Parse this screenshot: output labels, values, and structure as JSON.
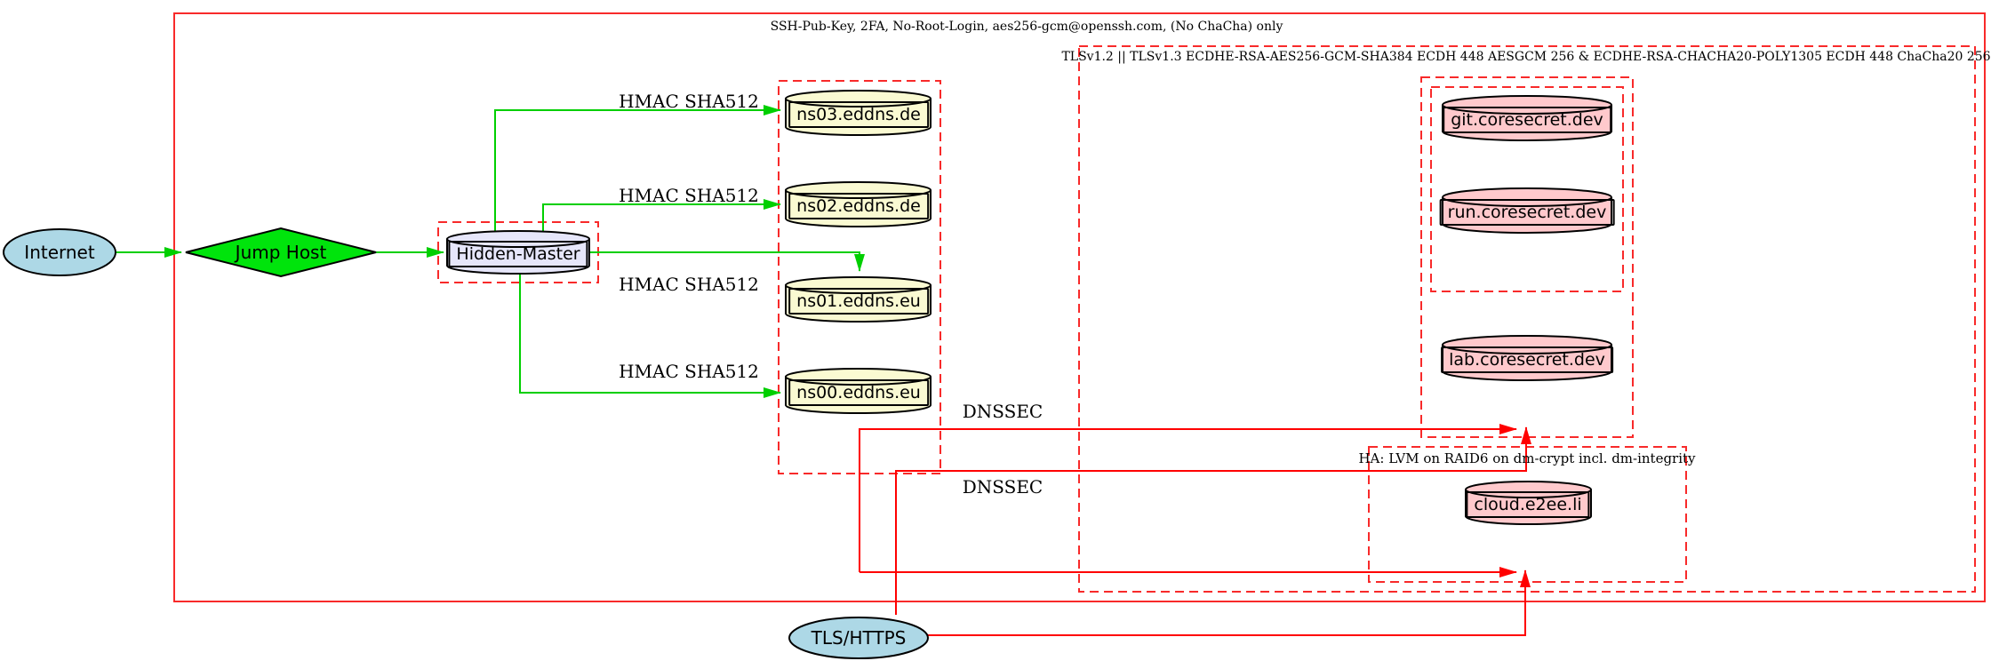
{
  "diagram": {
    "clusters": {
      "ssh": {
        "label": "SSH-Pub-Key, 2FA, No-Root-Login, aes256-gcm@openssh.com, (No ChaCha) only"
      },
      "tls": {
        "label": "TLSv1.2 || TLSv1.3 ECDHE-RSA-AES256-GCM-SHA384 ECDH 448 AESGCM 256 & ECDHE-RSA-CHACHA20-POLY1305 ECDH 448 ChaCha20 256"
      },
      "ha": {
        "label": "HA: LVM on RAID6 on dm-crypt incl. dm-integrity"
      }
    },
    "nodes": {
      "internet": {
        "label": "Internet",
        "shape": "ellipse",
        "fill": "#add8e6"
      },
      "jump_host": {
        "label": "Jump Host",
        "shape": "diamond",
        "fill": "#00e40c"
      },
      "hidden_master": {
        "label": "Hidden-Master",
        "shape": "cylinder",
        "fill": "#e6e6fa"
      },
      "ns03": {
        "label": "ns03.eddns.de",
        "shape": "cylinder",
        "fill": "#fafad2"
      },
      "ns02": {
        "label": "ns02.eddns.de",
        "shape": "cylinder",
        "fill": "#fafad2"
      },
      "ns01": {
        "label": "ns01.eddns.eu",
        "shape": "cylinder",
        "fill": "#fafad2"
      },
      "ns00": {
        "label": "ns00.eddns.eu",
        "shape": "cylinder",
        "fill": "#fafad2"
      },
      "git": {
        "label": "git.coresecret.dev",
        "shape": "cylinder",
        "fill": "#ffc9cc"
      },
      "run": {
        "label": "run.coresecret.dev",
        "shape": "cylinder",
        "fill": "#ffc9cc"
      },
      "lab": {
        "label": "lab.coresecret.dev",
        "shape": "cylinder",
        "fill": "#ffc9cc"
      },
      "cloud": {
        "label": "cloud.e2ee.li",
        "shape": "cylinder",
        "fill": "#ffc9cc"
      },
      "tls_https": {
        "label": "TLS/HTTPS",
        "shape": "ellipse",
        "fill": "#add8e6"
      }
    },
    "edge_labels": {
      "hmac1": "HMAC SHA512",
      "hmac2": "HMAC SHA512",
      "hmac3": "HMAC SHA512",
      "hmac4": "HMAC SHA512",
      "dnssec1": "DNSSEC",
      "dnssec2": "DNSSEC"
    },
    "colors": {
      "green_edge": "#00cf00",
      "red_edge": "#ff0000",
      "cluster_border": "#f82a2a",
      "node_stroke": "#000000"
    }
  }
}
